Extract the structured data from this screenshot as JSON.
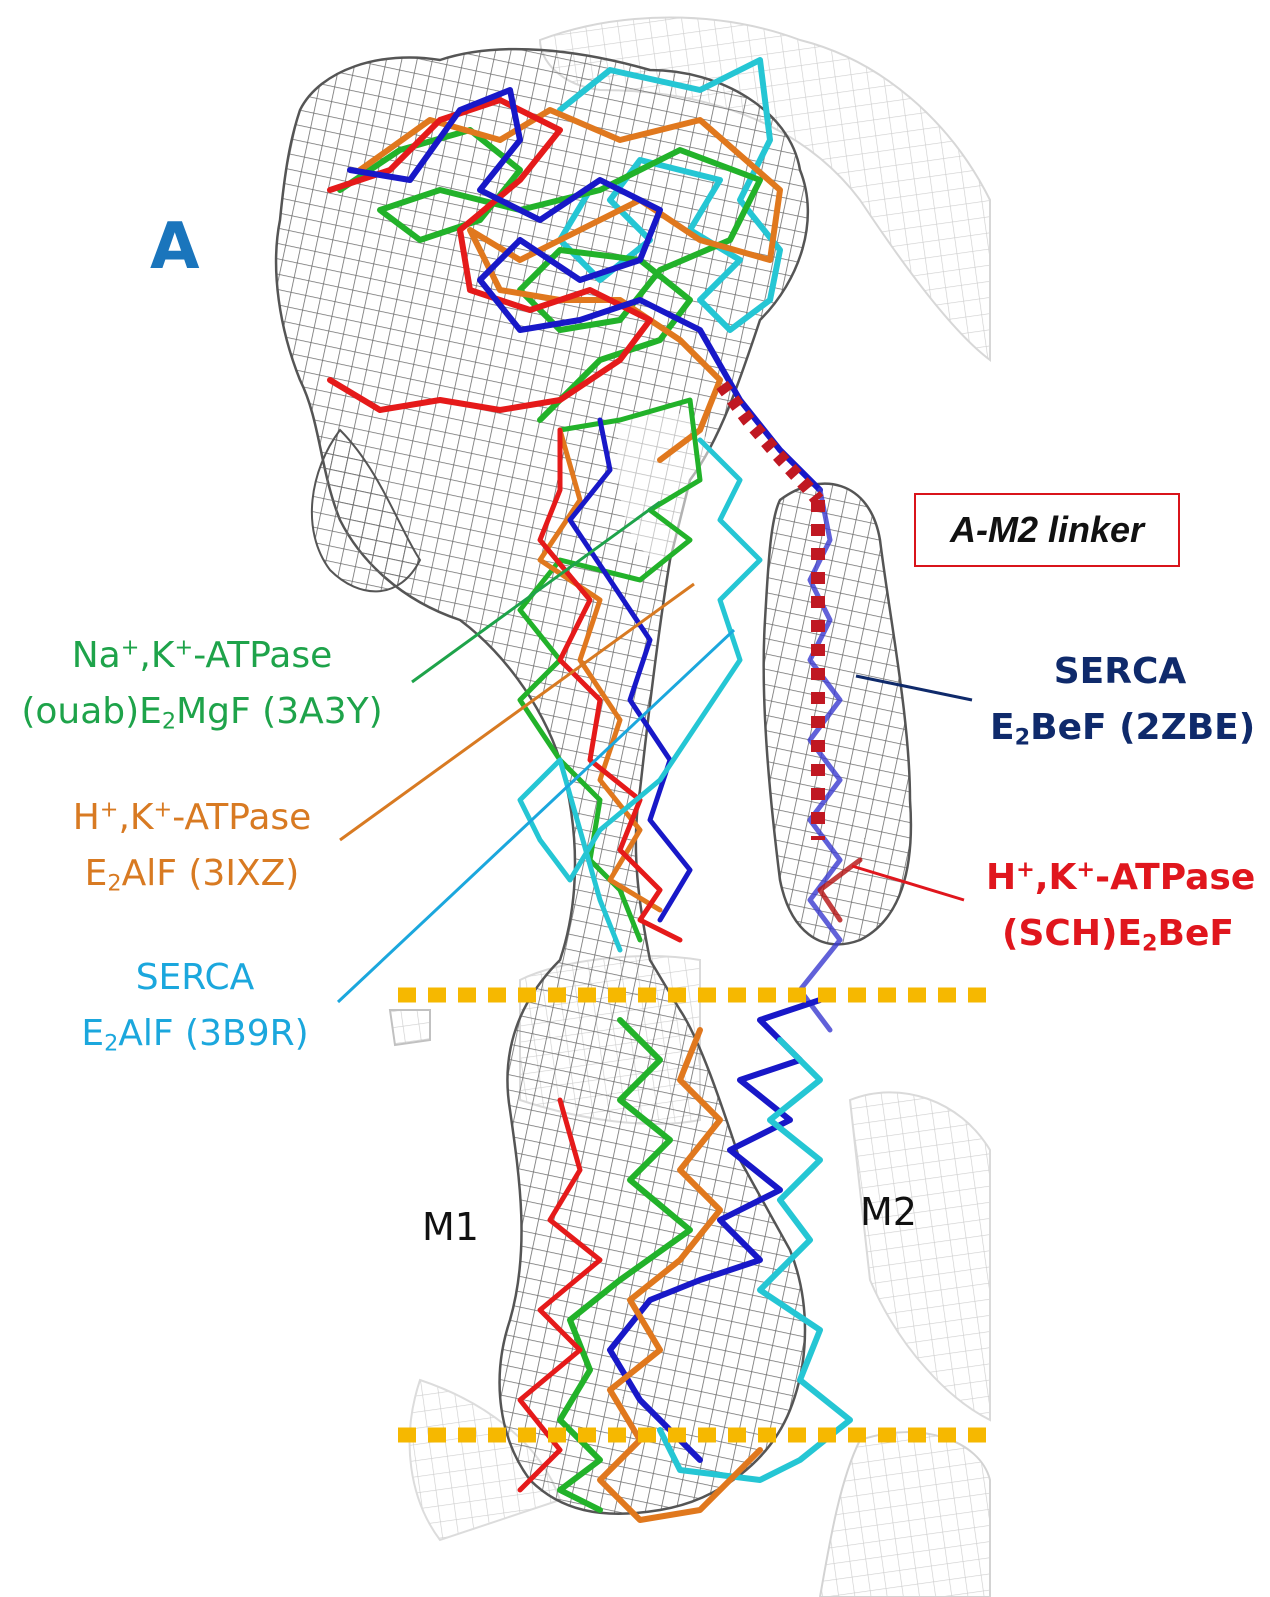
{
  "panel_letter": "A",
  "colors": {
    "panel_letter": "#1a75bc",
    "green": "#1ea34a",
    "orange": "#d87a22",
    "cyan": "#1ba7dd",
    "navy": "#0f2a6b",
    "red": "#e0161d",
    "boundary": "#f6b800",
    "mesh": "#6e6e6e",
    "linker_dots": "#c01822"
  },
  "linker_label": "A-M2 linker",
  "labels": {
    "na_k": {
      "line1": "Na",
      "sup1": "+",
      "sep": ",K",
      "sup2": "+",
      "tail": "-ATPase",
      "line2a": "(ouab)E",
      "sub": "2",
      "line2b": "MgF (3A3Y)"
    },
    "h_k_alf": {
      "line1": "H",
      "sup1": "+",
      "sep": ",K",
      "sup2": "+",
      "tail": "-ATPase",
      "line2a": "E",
      "sub": "2",
      "line2b": "AlF (3IXZ)"
    },
    "serca_alf": {
      "line1": "SERCA",
      "line2a": "E",
      "sub": "2",
      "line2b": "AlF (3B9R)"
    },
    "serca_bef": {
      "line1": "SERCA",
      "line2a": "E",
      "sub": "2",
      "line2b": "BeF (2ZBE)"
    },
    "h_k_bef": {
      "line1": "H",
      "sup1": "+",
      "sep": ",K",
      "sup2": "+",
      "tail": "-ATPase",
      "line2a": "(SCH)E",
      "sub": "2",
      "line2b": "BeF"
    },
    "m1": "M1",
    "m2": "M2"
  }
}
